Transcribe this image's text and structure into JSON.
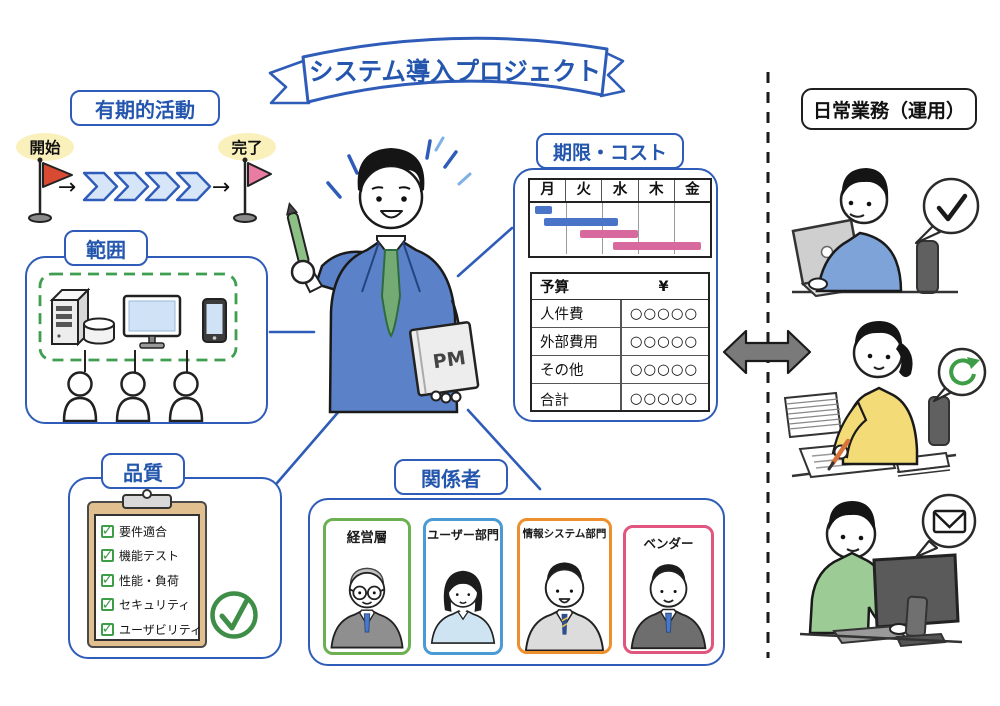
{
  "banner": {
    "title": "システム導入プロジェクト"
  },
  "temporary_activity": {
    "label": "有期的活動",
    "start": "開始",
    "finish": "完了",
    "arrow": "→"
  },
  "scope": {
    "label": "範囲"
  },
  "pm": {
    "book_label": "PM"
  },
  "deadline_cost": {
    "label": "期限・コスト",
    "gantt": {
      "type": "gantt",
      "days": [
        "月",
        "火",
        "水",
        "木",
        "金"
      ],
      "bars": [
        {
          "row": 0,
          "start": 0.15,
          "end": 0.6,
          "color": "#4a74c8"
        },
        {
          "row": 1,
          "start": 0.4,
          "end": 2.45,
          "color": "#4a74c8"
        },
        {
          "row": 2,
          "start": 1.4,
          "end": 3.0,
          "color": "#d8699e"
        },
        {
          "row": 3,
          "start": 2.3,
          "end": 4.75,
          "color": "#d8699e"
        }
      ]
    },
    "budget": {
      "title": "予算",
      "currency_symbol": "¥",
      "rows": [
        {
          "item": "人件費",
          "value": "○○○○○"
        },
        {
          "item": "外部費用",
          "value": "○○○○○"
        },
        {
          "item": "その他",
          "value": "○○○○○"
        },
        {
          "item": "合計",
          "value": "○○○○○"
        }
      ]
    }
  },
  "quality": {
    "label": "品質",
    "checklist": [
      "要件適合",
      "機能テスト",
      "性能・負荷",
      "セキュリティ",
      "ユーザビリティ"
    ]
  },
  "stakeholders": {
    "label": "関係者",
    "groups": [
      {
        "name": "経営層",
        "border_color": "#6db052"
      },
      {
        "name": "ユーザー部門",
        "border_color": "#4a9bd4"
      },
      {
        "name": "情報システム部門",
        "border_color": "#ee8f2e"
      },
      {
        "name": "ベンダー",
        "border_color": "#e0567e"
      }
    ]
  },
  "operations": {
    "label": "日常業務（運用）",
    "activities": [
      {
        "icon": "check-icon"
      },
      {
        "icon": "refresh-icon"
      },
      {
        "icon": "mail-icon"
      }
    ]
  },
  "icons": {
    "checkbox_check": "✓"
  },
  "colors": {
    "primary_blue": "#2e5cb8",
    "highlight_yellow": "#faf0bc",
    "start_flag": "#d94a33",
    "finish_flag": "#e87ca3",
    "scope_dash_green": "#3f9e4f",
    "gantt_blue": "#4a74c8",
    "gantt_pink": "#d8699e",
    "check_green": "#3e8e47",
    "divider": "#1a1a1a",
    "sync_arrow_gray": "#7a7a7a"
  }
}
